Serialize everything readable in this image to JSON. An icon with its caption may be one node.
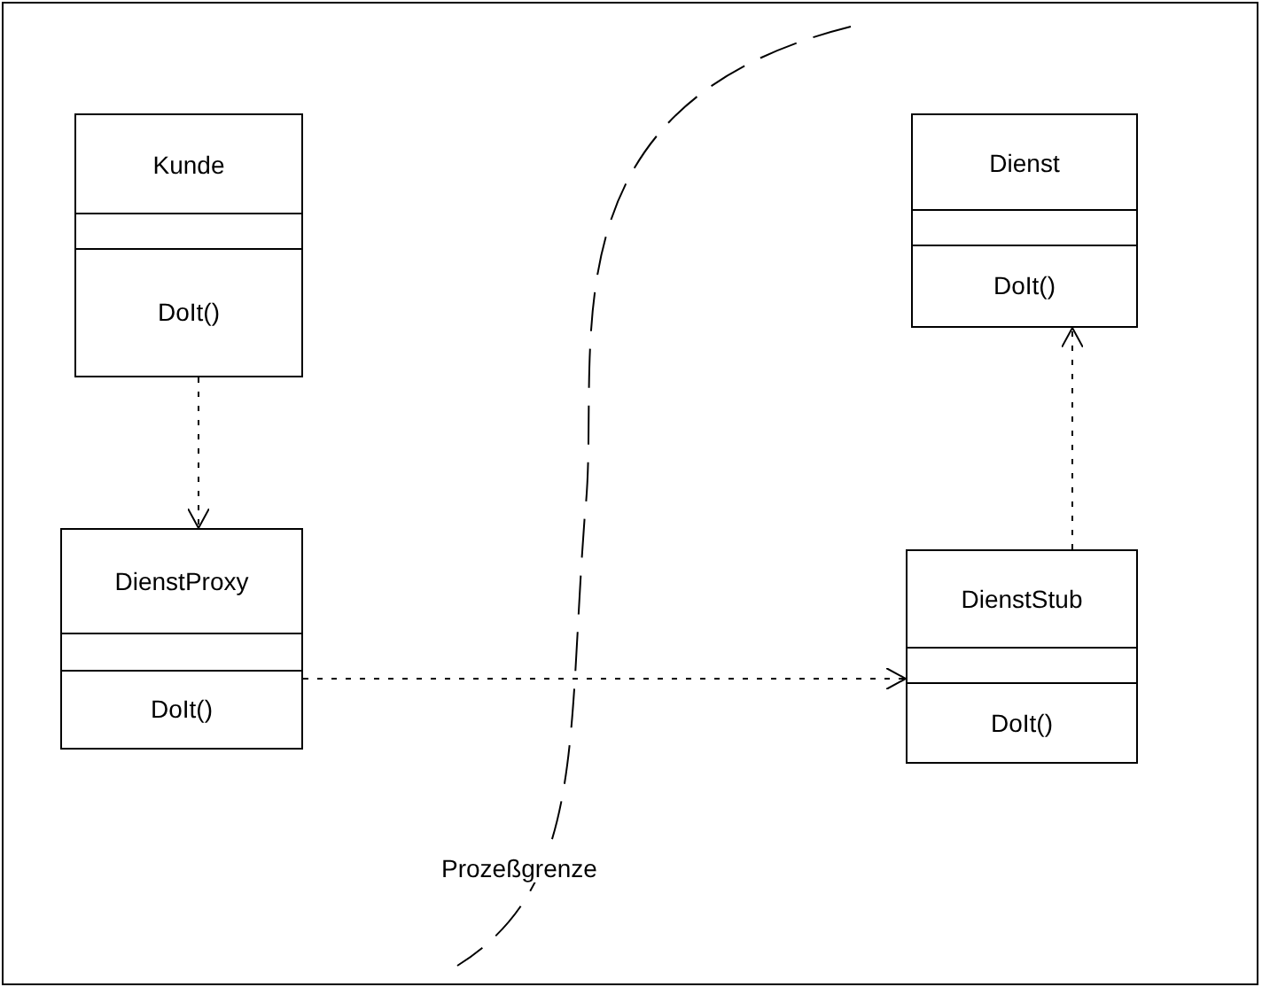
{
  "diagram": {
    "nodes": [
      {
        "text": [
          "Kunde",
          "DoIt()"
        ]
      },
      {
        "text": [
          "Dienst",
          "DoIt()"
        ]
      },
      {
        "text": [
          "DienstProxy",
          "DoIt()"
        ]
      },
      {
        "text": [
          "DienstStub",
          "DoIt()"
        ]
      }
    ],
    "edges": [
      {
        "from": 0,
        "to": 2,
        "arrow": "to",
        "style": "dashed"
      },
      {
        "from": 2,
        "to": 3,
        "arrow": "to",
        "style": "dashed"
      },
      {
        "from": 3,
        "to": 1,
        "arrow": "to",
        "style": "dashed"
      }
    ],
    "labels": [
      "Prozeßgrenze"
    ]
  }
}
